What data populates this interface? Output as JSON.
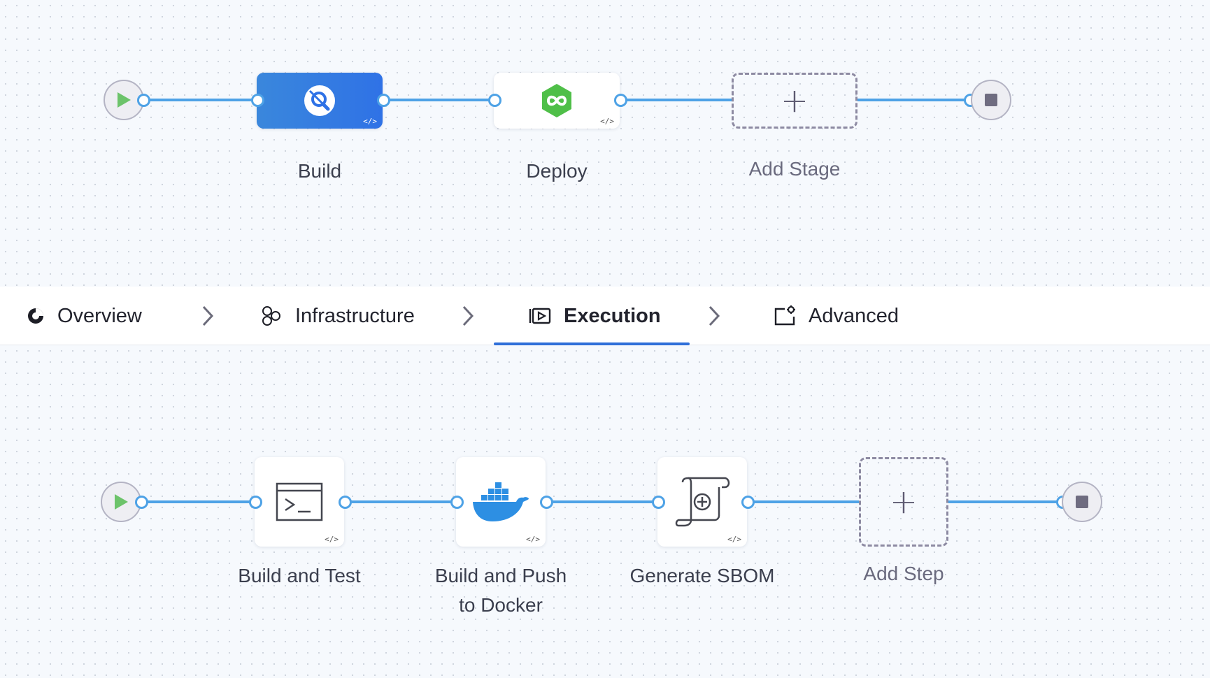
{
  "stages": {
    "build_label": "Build",
    "deploy_label": "Deploy",
    "add_label": "Add Stage",
    "yaml_marker": "</>"
  },
  "tabs": {
    "overview": "Overview",
    "infrastructure": "Infrastructure",
    "execution": "Execution",
    "advanced": "Advanced",
    "active": "Execution"
  },
  "steps": {
    "build_test_label": "Build and Test",
    "docker_line1": "Build and Push",
    "docker_line2": "to Docker",
    "sbom_label": "Generate SBOM",
    "add_label": "Add Step",
    "yaml_marker": "</>"
  },
  "colors": {
    "edge": "#4ea2e6",
    "build_stage": "#2f72e6",
    "deploy_icon": "#4fbf48",
    "docker_icon": "#2d8fe3",
    "start_arrow": "#6cc36a",
    "active_tab_underline": "#2f6fd9"
  },
  "icons": {
    "start": "play-icon",
    "end": "stop-icon",
    "build_stage": "ci-magnifier-icon",
    "deploy_stage": "cd-infinity-icon",
    "add": "plus-icon",
    "build_test": "terminal-icon",
    "docker": "docker-whale-icon",
    "sbom": "scroll-plus-icon"
  }
}
